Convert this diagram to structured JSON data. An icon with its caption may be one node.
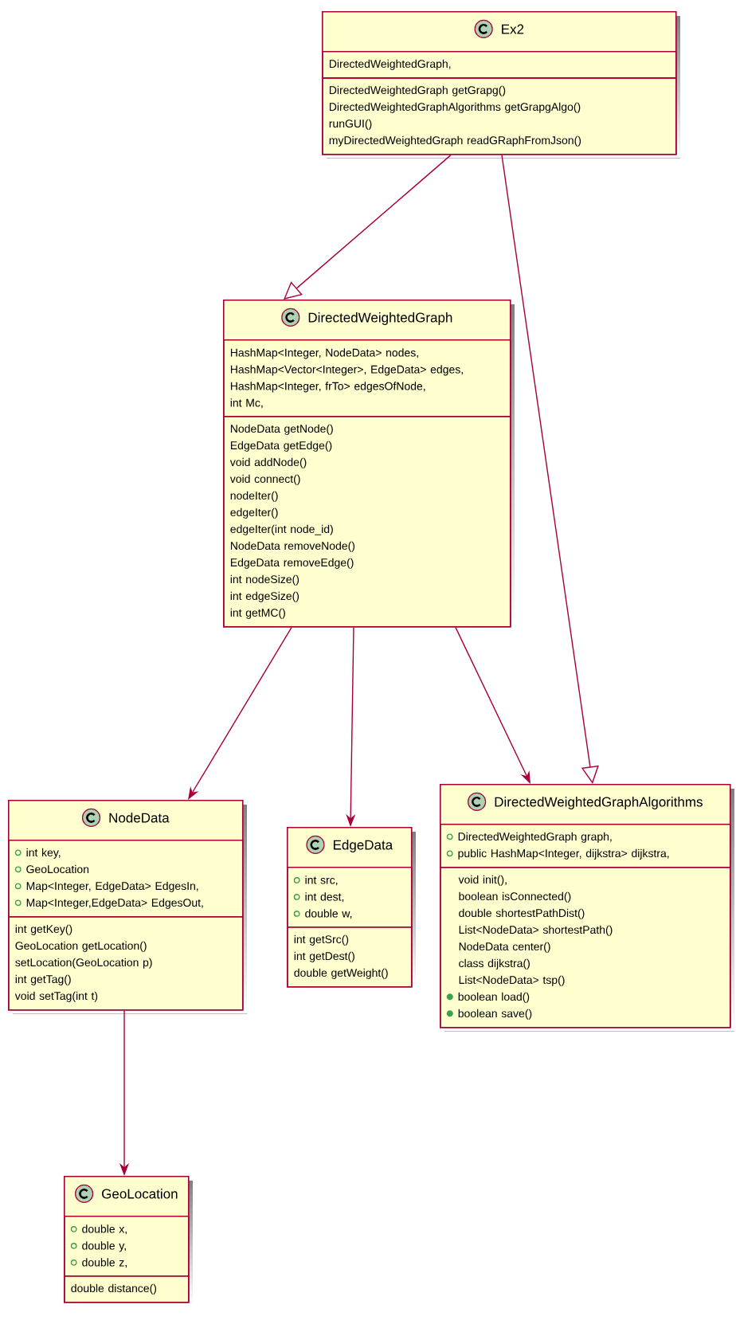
{
  "diagram": {
    "nodes": [
      {
        "text": [
          "Ex2"
        ]
      },
      {
        "text": [
          "DirectedWeightedGraph,"
        ],
        "in": 0
      },
      {
        "text": [
          "DirectedWeightedGraph getGrapg()",
          "DirectedWeightedGraphAlgorithms getGrapgAlgo()",
          "runGUI()",
          "myDirectedWeightedGraph readGRaphFromJson()"
        ],
        "in": 0
      },
      {
        "text": [
          "DirectedWeightedGraph"
        ]
      },
      {
        "text": [
          "HashMap<Integer, NodeData> nodes,",
          "HashMap<Vector<Integer>, EdgeData> edges,",
          "HashMap<Integer, frTo> edgesOfNode,",
          "int Mc,"
        ],
        "in": 3
      },
      {
        "text": [
          "NodeData getNode()",
          "EdgeData getEdge()",
          "void addNode()",
          "void connect()",
          "nodeIter()",
          "edgeIter()",
          "edgeIter(int node_id)",
          "NodeData removeNode()",
          "EdgeData removeEdge()",
          "int nodeSize()",
          "int edgeSize()",
          "int getMC()"
        ],
        "in": 3
      },
      {
        "text": [
          "NodeData"
        ]
      },
      {
        "text": [
          "int key,",
          "GeoLocation",
          "Map<Integer, EdgeData> EdgesIn,",
          "Map<Integer,EdgeData> EdgesOut,"
        ],
        "in": 6
      },
      {
        "text": [
          "int getKey()",
          "GeoLocation getLocation()",
          "setLocation(GeoLocation p)",
          "int getTag()",
          "void setTag(int t)"
        ],
        "in": 6
      },
      {
        "text": [
          "EdgeData"
        ]
      },
      {
        "text": [
          "int src,",
          "int dest,",
          "double w,"
        ],
        "in": 9
      },
      {
        "text": [
          "int getSrc()",
          "int getDest()",
          "double getWeight()"
        ],
        "in": 9
      },
      {
        "text": [
          "DirectedWeightedGraphAlgorithms"
        ]
      },
      {
        "text": [
          "DirectedWeightedGraph graph,",
          "public HashMap<Integer, dijkstra> dijkstra,"
        ],
        "in": 12
      },
      {
        "text": [
          "void init(),",
          "boolean isConnected()",
          "double shortestPathDist()",
          "List<NodeData> shortestPath()",
          "NodeData center()",
          "class dijkstra()",
          "List<NodeData> tsp()",
          "boolean load()",
          "boolean save()"
        ],
        "in": 12
      },
      {
        "text": [
          "GeoLocation"
        ]
      },
      {
        "text": [
          "double x,",
          "double y,",
          "double z,"
        ],
        "in": 15
      },
      {
        "text": [
          "double distance()"
        ],
        "in": 15
      }
    ],
    "edges": [
      {
        "from": 0,
        "to": 3,
        "arrow": "to"
      },
      {
        "from": 0,
        "to": 12,
        "arrow": "to"
      },
      {
        "from": 3,
        "to": 6,
        "arrow": "to"
      },
      {
        "from": 3,
        "to": 9,
        "arrow": "to"
      },
      {
        "from": 3,
        "to": 12,
        "arrow": "to"
      },
      {
        "from": 6,
        "to": 15,
        "arrow": "to"
      }
    ]
  }
}
